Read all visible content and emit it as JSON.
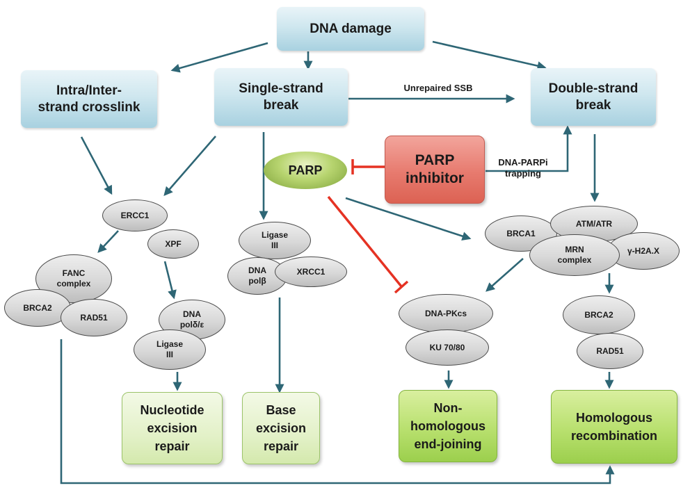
{
  "colors": {
    "arrow": "#2e6675",
    "inhibit": "#e53223",
    "blue_box": "#cfe7ef",
    "green_box": "#e3f1c8",
    "green_box_dark": "#b8e06e",
    "red_box": "#e77a6e",
    "parp_oval": "#b7d46f",
    "grey_oval": "#d8d8d8"
  },
  "nodes": {
    "dna_damage": "DNA damage",
    "crosslink": "Intra/Inter-\nstrand crosslink",
    "ssb": "Single-strand\nbreak",
    "dsb": "Double-strand\nbreak",
    "parp": "PARP",
    "parp_inhibitor": "PARP\ninhibitor",
    "ner": "Nucleotide\nexcision\nrepair",
    "ber": "Base\nexcision\nrepair",
    "nhej": "Non-\nhomologous\nend-joining",
    "hr": "Homologous\nrecombination"
  },
  "proteins": {
    "ercc1": "ERCC1",
    "xpf": "XPF",
    "fanc": "FANC\ncomplex",
    "brca2_left": "BRCA2",
    "rad51_left": "RAD51",
    "dna_pol_de": "DNA\npolδ/ε",
    "ligase3_ner": "Ligase\nIII",
    "ligase3_ber": "Ligase\nIII",
    "dna_pol_b": "DNA\npolβ",
    "xrcc1": "XRCC1",
    "dna_pkcs": "DNA-PKcs",
    "ku": "KU 70/80",
    "brca1": "BRCA1",
    "atm_atr": "ATM/ATR",
    "mrn": "MRN\ncomplex",
    "h2ax": "γ-H2A.X",
    "brca2_right": "BRCA2",
    "rad51_right": "RAD51"
  },
  "edge_labels": {
    "unrepaired_ssb": "Unrepaired SSB",
    "trapping": "DNA-PARPi\ntrapping"
  }
}
